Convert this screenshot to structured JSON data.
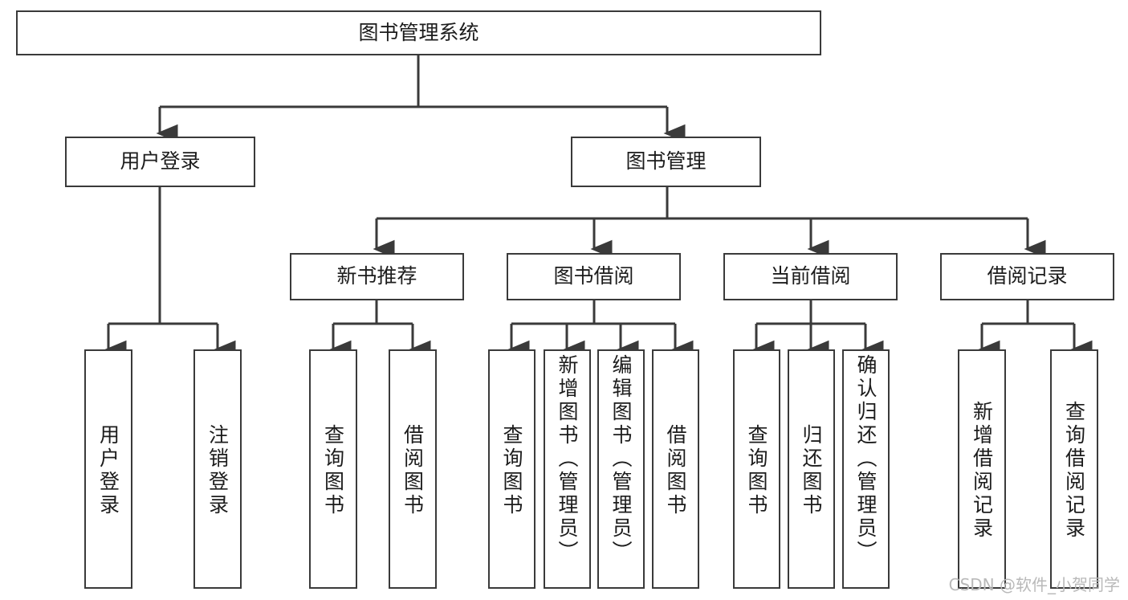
{
  "diagram": {
    "title": "图书管理系统",
    "type": "tree",
    "root": {
      "id": "root",
      "label": "图书管理系统"
    },
    "level1": [
      {
        "id": "login",
        "label": "用户登录"
      },
      {
        "id": "bookmgmt",
        "label": "图书管理"
      }
    ],
    "level2": [
      {
        "id": "newbook",
        "label": "新书推荐",
        "parent": "bookmgmt"
      },
      {
        "id": "borrow",
        "label": "图书借阅",
        "parent": "bookmgmt"
      },
      {
        "id": "current",
        "label": "当前借阅",
        "parent": "bookmgmt"
      },
      {
        "id": "records",
        "label": "借阅记录",
        "parent": "bookmgmt"
      }
    ],
    "leaves": {
      "login": [
        {
          "id": "leaf-user-login",
          "label": "用户登录"
        },
        {
          "id": "leaf-user-logout",
          "label": "注销登录"
        }
      ],
      "newbook": [
        {
          "id": "leaf-query-book-1",
          "label": "查询图书"
        },
        {
          "id": "leaf-borrow-book-1",
          "label": "借阅图书"
        }
      ],
      "borrow": [
        {
          "id": "leaf-query-book-2",
          "label": "查询图书"
        },
        {
          "id": "leaf-add-book",
          "label": "新增图书（管理员）"
        },
        {
          "id": "leaf-edit-book",
          "label": "编辑图书（管理员）"
        },
        {
          "id": "leaf-borrow-book-2",
          "label": "借阅图书"
        }
      ],
      "current": [
        {
          "id": "leaf-query-book-3",
          "label": "查询图书"
        },
        {
          "id": "leaf-return-book",
          "label": "归还图书"
        },
        {
          "id": "leaf-confirm-return",
          "label": "确认归还（管理员）"
        }
      ],
      "records": [
        {
          "id": "leaf-add-record",
          "label": "新增借阅记录"
        },
        {
          "id": "leaf-query-record",
          "label": "查询借阅记录"
        }
      ]
    },
    "colors": {
      "stroke": "#3a3a3a",
      "background": "#ffffff",
      "text": "#1c1c1c",
      "watermark": "#b9b9b9"
    }
  },
  "watermark": {
    "text": "CSDN @软件_小贺同学"
  }
}
